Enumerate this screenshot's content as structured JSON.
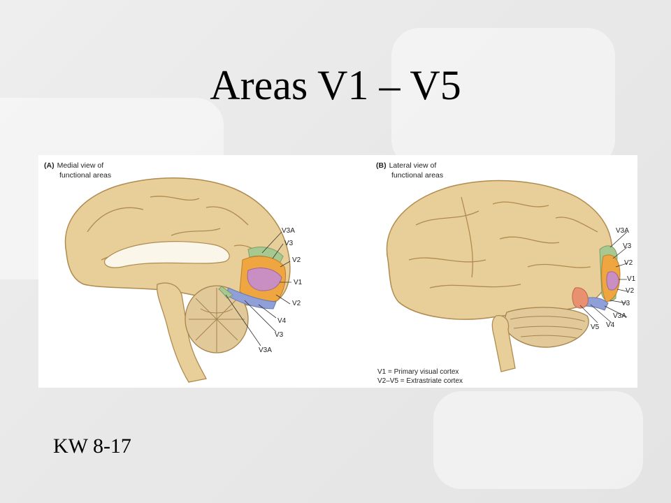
{
  "slide": {
    "title": "Areas V1 – V5",
    "footer": "KW 8-17"
  },
  "figure": {
    "panel_a": {
      "letter": "(A)",
      "caption_line1": "Medial view of",
      "caption_line2": "functional areas",
      "labels": [
        "V3A",
        "V3",
        "V2",
        "V1",
        "V2",
        "V4",
        "V3",
        "V3A"
      ]
    },
    "panel_b": {
      "letter": "(B)",
      "caption_line1": "Lateral view of",
      "caption_line2": "functional areas",
      "labels_right": [
        "V3A",
        "V3",
        "V2",
        "V1",
        "V2",
        "V3",
        "V3A"
      ],
      "labels_bottom": [
        "V5",
        "V4"
      ]
    },
    "legend": {
      "line1": "V1 = Primary visual cortex",
      "line2": "V2–V5 = Extrastriate cortex"
    },
    "colors": {
      "brain": "#e8cf9a",
      "brain_shadow": "#c9a86a",
      "v1": "#c98fc2",
      "v2": "#efa640",
      "v3": "#a7c98f",
      "v4": "#8f9fd8",
      "v5": "#e89070"
    }
  }
}
